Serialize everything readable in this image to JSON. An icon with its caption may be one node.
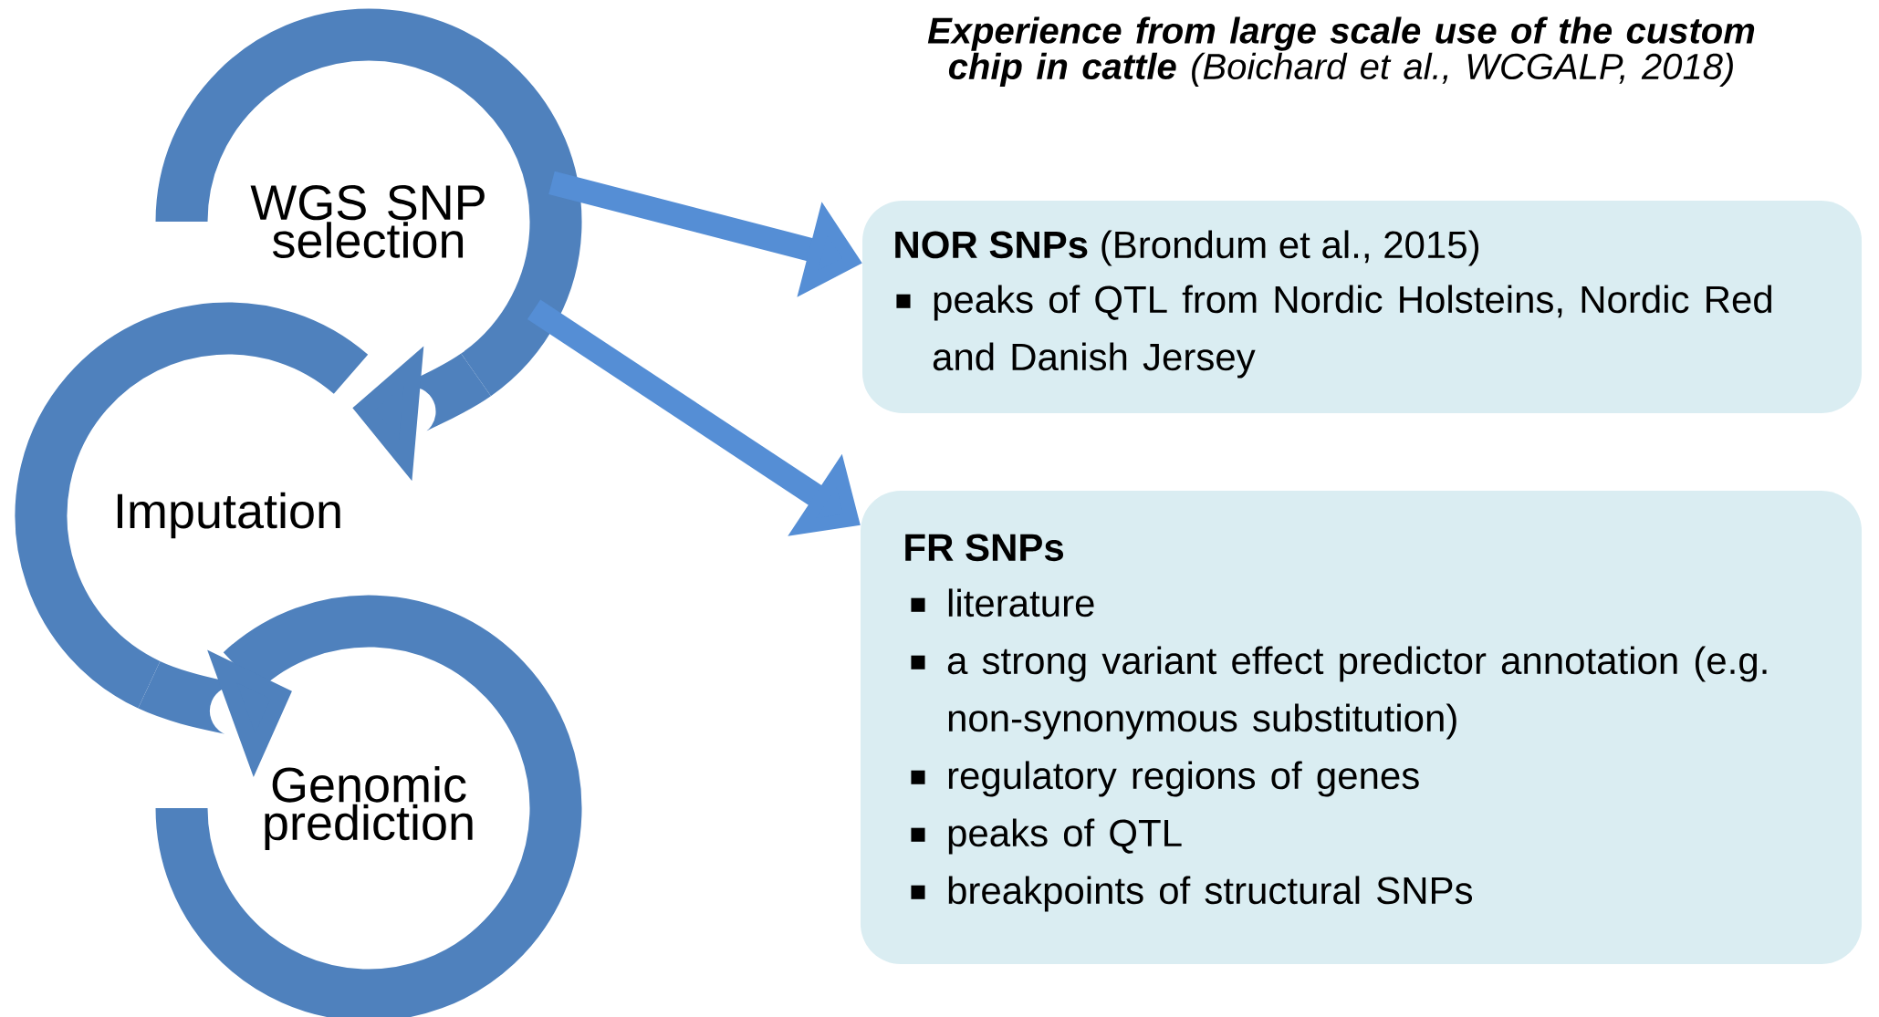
{
  "diagram": {
    "title": "**Experience from large scale use of the custom chip in cattle** (Boichard et al., WCGALP, 2018)",
    "nodes": [
      {
        "text": [
          "WGS SNP selection"
        ]
      },
      {
        "text": [
          "Imputation"
        ]
      },
      {
        "text": [
          "Genomic prediction"
        ]
      },
      {
        "text": [
          "**NOR SNPs** (Brondum et al., 2015)",
          "peaks of QTL from Nordic Holsteins, Nordic Red and Danish Jersey"
        ]
      },
      {
        "text": [
          "FR SNPs",
          "literature",
          "a strong variant effect predictor annotation (e.g. non-synonymous substitution)",
          "regulatory regions of genes",
          "peaks of QTL",
          "breakpoints of structural SNPs"
        ]
      }
    ],
    "edges": [
      {
        "from": 0,
        "to": 1,
        "arrow": "to",
        "style": "thick",
        "color": "#4f81bd"
      },
      {
        "from": 1,
        "to": 2,
        "arrow": "to",
        "style": "thick",
        "color": "#4f81bd"
      },
      {
        "from": 0,
        "to": 3,
        "arrow": "to",
        "color": "#558ed5"
      },
      {
        "from": 0,
        "to": 4,
        "arrow": "to",
        "color": "#558ed5"
      }
    ]
  }
}
